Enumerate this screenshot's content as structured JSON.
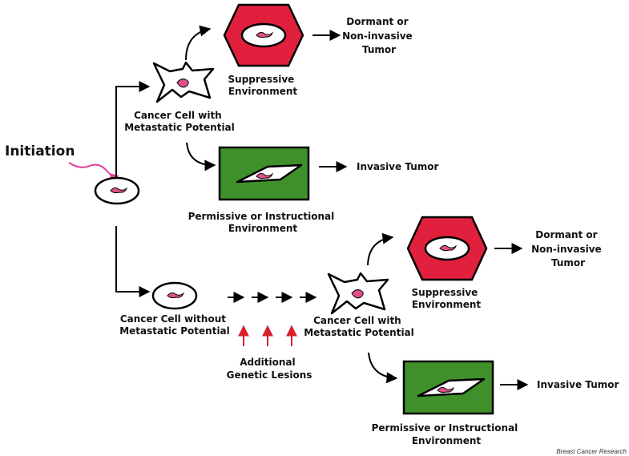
{
  "initiation": "Initiation",
  "upper": {
    "cell_label": [
      "Cancer Cell with",
      "Metastatic Potential"
    ],
    "suppressive_label": [
      "Suppressive",
      "Environment"
    ],
    "dormant_label": [
      "Dormant or",
      "Non-invasive",
      "Tumor"
    ],
    "permissive_label": [
      "Permissive or Instructional",
      "Environment"
    ],
    "invasive_label": "Invasive Tumor"
  },
  "lower": {
    "cell_without_label": [
      "Cancer Cell without",
      "Metastatic Potential"
    ],
    "lesions_label": [
      "Additional",
      "Genetic Lesions"
    ],
    "cell_label": [
      "Cancer Cell with",
      "Metastatic Potential"
    ],
    "suppressive_label": [
      "Suppressive",
      "Environment"
    ],
    "dormant_label": [
      "Dormant or",
      "Non-invasive",
      "Tumor"
    ],
    "permissive_label": [
      "Permissive or Instructional",
      "Environment"
    ],
    "invasive_label": "Invasive Tumor"
  },
  "credit": "Breast Cancer Research",
  "colors": {
    "suppressive_fill": "#e0203d",
    "permissive_fill": "#3f8f2a",
    "nucleus": "#e0508a",
    "initiation_arrow": "#e0409a",
    "lesion_arrows": "#d8202a"
  }
}
